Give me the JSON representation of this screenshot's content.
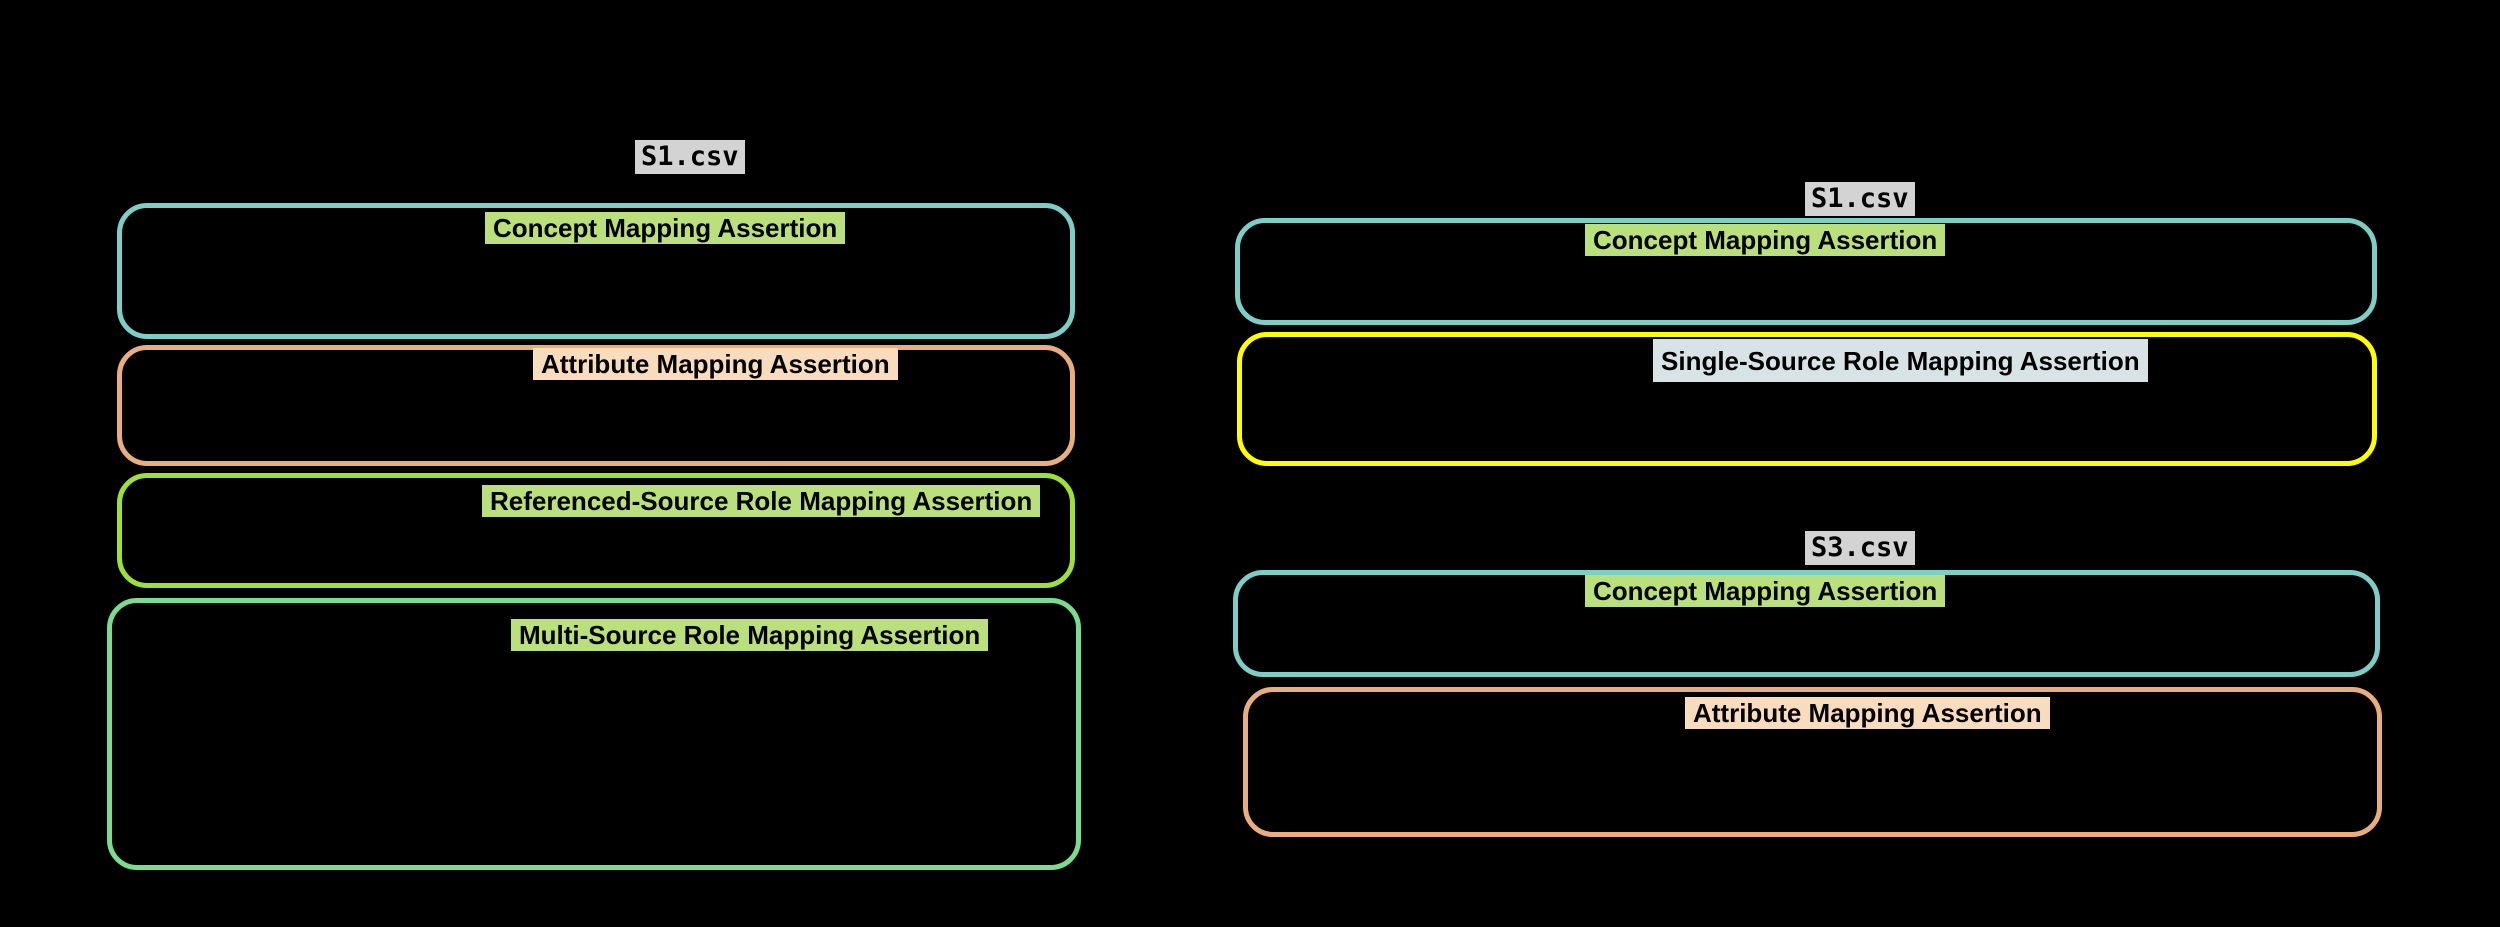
{
  "colors": {
    "background": "#000000",
    "text": "#000000",
    "teal_border": "#7ecdc6",
    "tan_border": "#e9ae80",
    "lime_border": "#9ee03b",
    "green_border": "#7bdc8e",
    "yellow_border": "#ffff00",
    "green_highlight": "#badf7d",
    "peach_highlight": "#f9dcbd",
    "blue_highlight": "#d7e3e5",
    "file_label_bg": "#d3d3d3"
  },
  "left_panel": {
    "file_label": "S1.csv",
    "boxes": [
      {
        "label": "Concept Mapping Assertion"
      },
      {
        "label": "Attribute Mapping Assertion"
      },
      {
        "label": "Referenced-Source Role Mapping Assertion"
      },
      {
        "label": "Multi-Source Role Mapping Assertion"
      }
    ]
  },
  "right_top_panel": {
    "file_label": "S1.csv",
    "boxes": [
      {
        "label": "Concept Mapping Assertion"
      },
      {
        "label": "Single-Source Role Mapping Assertion"
      }
    ]
  },
  "right_bottom_panel": {
    "file_label": "S3.csv",
    "boxes": [
      {
        "label": "Concept Mapping Assertion"
      },
      {
        "label": "Attribute Mapping Assertion"
      }
    ]
  }
}
